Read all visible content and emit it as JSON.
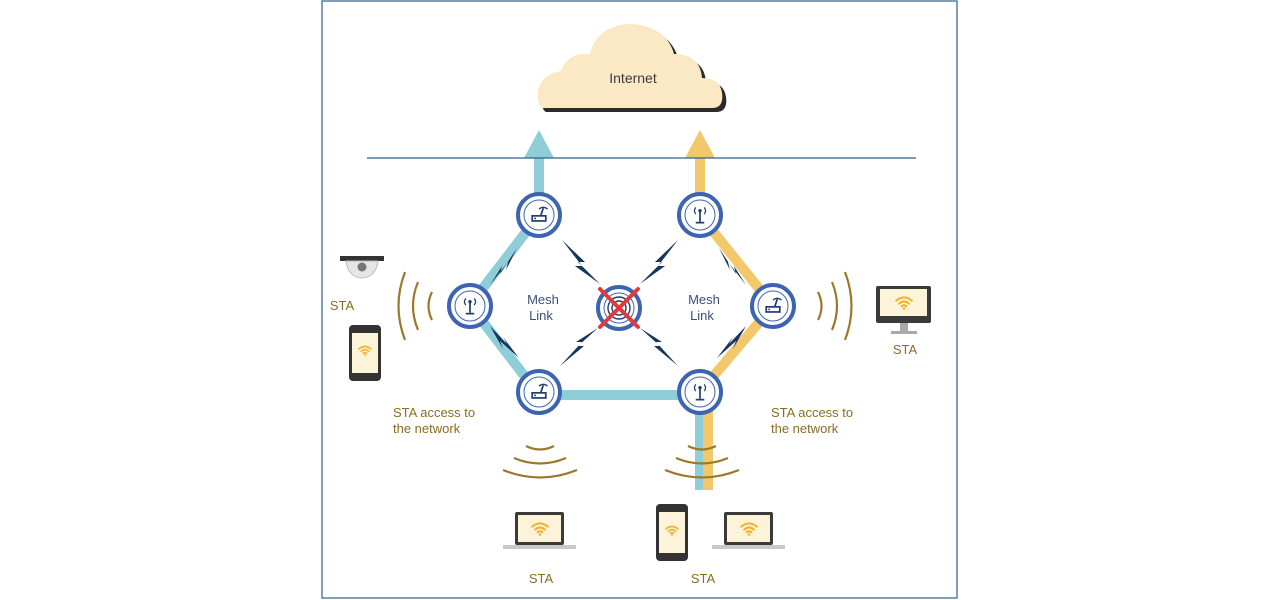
{
  "internet_label": "Internet",
  "mesh_link": {
    "line1": "Mesh",
    "line2": "Link"
  },
  "sta_access": {
    "line1": "STA access to",
    "line2": "the network"
  },
  "sta_label": "STA",
  "colors": {
    "frame": "#2d5f8a",
    "blue_path": "#8fcdd9",
    "yellow_path": "#f3c86a",
    "node_ring": "#3d64b0",
    "node_icon": "#1f3d6e",
    "mesh_text": "#3a4f7a",
    "gold_text": "#8c6d1f",
    "wave": "#9a7a2a",
    "cloud": "#fbe9c6",
    "fail_x": "#e23b3b"
  }
}
